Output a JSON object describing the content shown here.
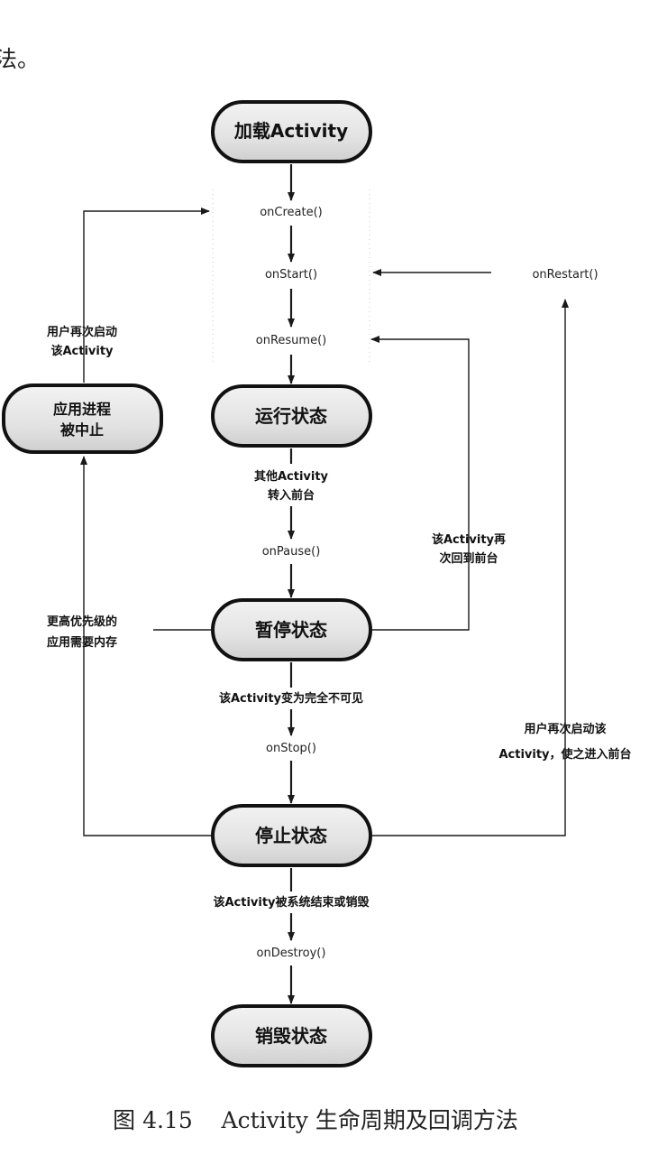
{
  "top_fragment": "法。",
  "states": {
    "load": "加载Activity",
    "running": "运行状态",
    "paused": "暂停状态",
    "stopped": "停止状态",
    "destroyed": "销毁状态",
    "killed_line1": "应用进程",
    "killed_line2": "被中止"
  },
  "methods": {
    "on_create": "onCreate()",
    "on_start": "onStart()",
    "on_resume": "onResume()",
    "on_pause": "onPause()",
    "on_stop": "onStop()",
    "on_destroy": "onDestroy()",
    "on_restart": "onRestart()"
  },
  "labels": {
    "other_activity_line1": "其他Activity",
    "other_activity_line2": "转入前台",
    "invisible": "该Activity变为完全不可见",
    "destroyed_by_system": "该Activity被系统结束或销毁",
    "relaunch_line1": "用户再次启动",
    "relaunch_line2": "该Activity",
    "higher_priority_line1": "更高优先级的",
    "higher_priority_line2": "应用需要内存",
    "back_to_front_line1": "该Activity再",
    "back_to_front_line2": "次回到前台",
    "restart_line1": "用户再次启动该",
    "restart_line2": "Activity，使之进入前台"
  },
  "caption": "图 4.15    Activity 生命周期及回调方法"
}
